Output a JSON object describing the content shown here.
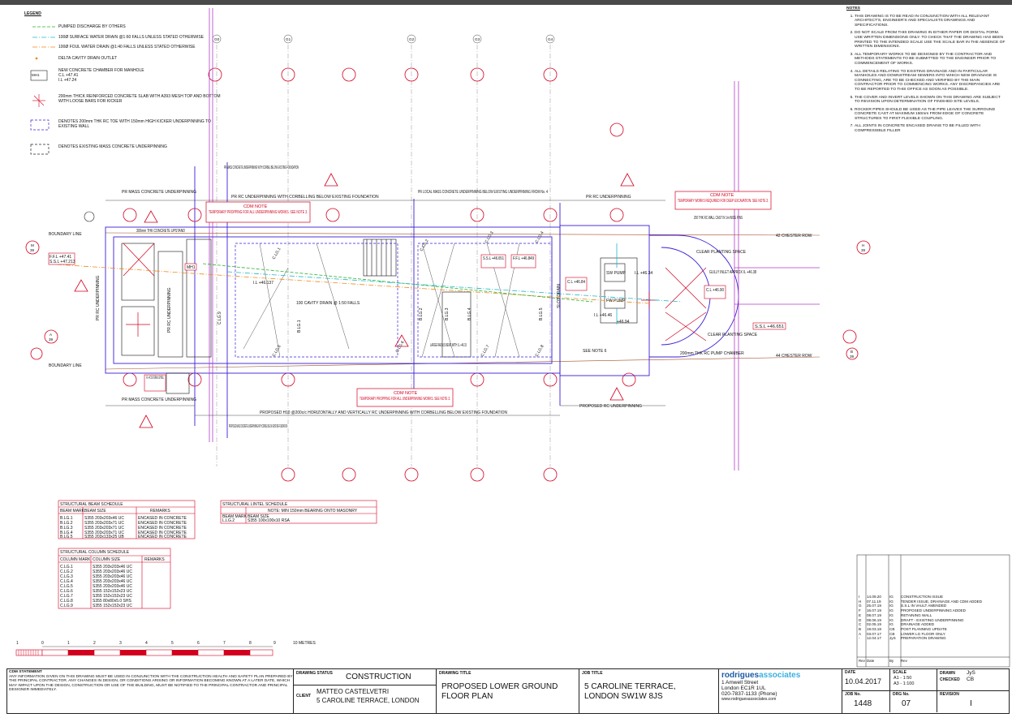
{
  "legend": {
    "title": "LEGEND",
    "items": [
      {
        "label": "PUMPED DISCHARGE BY OTHERS",
        "color": "#2bb52b"
      },
      {
        "label": "100Ø SURFACE WATER DRAIN @1:60 FALLS UNLESS STATED OTHERWISE",
        "color": "#20b7c9"
      },
      {
        "label": "100Ø FOUL WATER DRAIN @1:40 FALLS UNLESS STATED OTHERWISE",
        "color": "#f08a1c"
      },
      {
        "label": "DELTA CAVITY DRAIN OUTLET",
        "color": "#f08a1c"
      },
      {
        "label": "NEW CONCRETE CHAMBER FOR MANHOLE",
        "tag": "MH1",
        "cl": "C.L +47.41",
        "il": "I.L +47.24"
      },
      {
        "label": "200mm THICK REINFORCED CONCRETE SLAB WITH A393 MESH TOP AND BOTTOM WITH LOOSE BARS FOR KICKER"
      },
      {
        "label": "DENOTES 200mm THK RC TOE WITH 150mm HIGH KICKER UNDERPINNING TO EXISTING WALL"
      },
      {
        "label": "DENOTES EXISTING MASS CONCRETE UNDERPINNING"
      }
    ]
  },
  "notes": {
    "title": "NOTES",
    "items": [
      "THIS DRAWING IS TO BE READ IN CONJUNCTION WITH ALL RELEVANT ARCHITECT'S, ENGINEER'S AND SPECIALISTS DRAWINGS AND SPECIFICATIONS.",
      "DO NOT SCALE FROM THIS DRAWING IN EITHER PAPER OR DIGITAL FORM. USE WRITTEN DIMENSIONS ONLY. TO CHECK THAT THE DRAWING HAS BEEN PRINTED TO THE INTENDED SCALE USE THE SCALE BAR IN THE ABSENCE OF WRITTEN DIMENSIONS.",
      "ALL TEMPORARY WORKS TO BE DESIGNED BY THE CONTRACTOR AND METHODS STATEMENTS TO BE SUBMITTED TO THE ENGINEER PRIOR TO COMMENCEMENT OF WORKS.",
      "ALL DETAILS RELATING TO EXISTING DRAINAGE AND IN PARTICULAR MANHOLES AND DOWNSTREAM SEWERS INTO WHICH NEW DRAINAGE IS CONNECTING, ARE TO BE CHECKED AND VERIFIED BY THE MAIN CONTRACTOR PRIOR TO COMMENCING WORKS. ANY DISCREPANCIES ARE TO BE REPORTED TO THIS OFFICE AS SOON AS POSSIBLE.",
      "THE COVER AND INVERT LEVELS SHOWN ON THIS DRAWING ARE SUBJECT TO REVISION UPON DETERMINATION OF FINISHED SITE LEVELS.",
      "ROCKER PIPES SHOULD BE USED AS THE PIPE LEAVES THE SURROUND CONCRETE CAST AT MAXIMUM 150mm FROM EDGE OF CONCRETE STRUCTURES TO FIRST FLEXIBLE COUPLING.",
      "ALL JOINTS IN CONCRETE ENCASED DRAINS TO BE FILLED WITH COMPRESSIBLE FILLER"
    ]
  },
  "grid": {
    "top": [
      "G0",
      "G1",
      "G2",
      "G3",
      "G4"
    ],
    "sides": [
      "M",
      "A",
      "H",
      "B"
    ],
    "side_nums": [
      "39",
      "39",
      "39",
      "39"
    ]
  },
  "plan_labels": {
    "pr_mass_top_left": "PR MASS CONCRETE UNDERPINNING",
    "pr_mass_corbel_top": "PR MASS CONCRETE UNDERPINNING WITH CORBEL BELOW EXISTING FOUNDATION",
    "pr_rc_corbel_top": "PR RC UNDERPINNING WITH CORBELLING BELOW EXISTING FOUNDATION",
    "pr_local_mass": "PR LOCAL MASS CONCRETE UNDERPINNING BELOW EXISTING UNDERPINNING FROM No. 4",
    "pr_rc_top_right": "PR RC UNDERPINNING",
    "boundary_top": "BOUNDARY LINE",
    "boundary_bottom": "BOUNDARY LINE",
    "chester_42": "42 CHESTER ROW",
    "chester_44": "44 CHESTER ROW",
    "rc_wall": "200 THK RC WALL CAST IN 1m WIDE PINS",
    "clear_plant_top": "CLEAR PLANTING SPACE",
    "clear_plant_bottom": "CLEAR PLANTING SPACE",
    "gully": "GULLY INLET APPROX IL +46.38",
    "pump_chamber": "200mm THK RC PUMP CHAMBER",
    "ffl_left": "F.F.L +47.41",
    "ssl_left": "S.S.L +47.213",
    "ffl_ext": "F.F.L +47.31 EXTERNAL LIGHTWELL",
    "pr_rc_left": "PR RC UNDERPINNING",
    "pr_rc_side": "PR RC UNDERPINNING",
    "thk_concrete": "300mm THK CONCRETE UPSTAND",
    "mh1": "MH1",
    "il_137": "I.L +46.137",
    "cavity_drain": "100 CAVITY DRAIN @ 1:50 FALLS",
    "ssl1": "S.S.L +46.651",
    "ffl1": "F.F.L +46.849",
    "sw_pump": "SW PUMP",
    "fw_pump": "FW PUMP",
    "il_634": "I.L +46.34",
    "cl_84": "C.L +46.84",
    "il_46": "I.L +46.46",
    "cl_90": "C.L +46.90",
    "il_4694": "+46.94",
    "ssl_ext": "S.S.L +46.651",
    "large_radius": "LARGE RADIUS BEND WITH I.L +46.15",
    "see_note6": "SEE NOTE 6",
    "slot_drain": "SLOT DRAIN",
    "pr_mass_bottom": "PR MASS CONCRETE UNDERPINNING",
    "proposed_h10": "PROPOSED H10 @200c/c HORIZONTALLY AND VERTICALLY RC UNDERPINNING WITH CORBELLING BELOW EXISTING FOUNDATION",
    "proposed_rc_bottom": "PROPOSED RC UNDERPINNING",
    "proposed_mass_bottom": "PROPOSED MASS CONCRETE UNDERPINNING WITH CORBEL BELOW EXISTING FOUNDATION",
    "cdm_note_title": "CDM NOTE",
    "cdm_note_1": "TEMPORARY PROPPING FOR ALL UNDERPINNING WORKS. SEE NOTE 3.",
    "cdm_note_2": "TEMPORARY WORKS REQUIRED FOR DEEP EXCAVATION. SEE NOTE 3.",
    "cdm_note_3": "TEMPORARY PROPPING FOR ALL UNDERPINNING WORKS. SEE NOTE 3.",
    "beams": [
      "B.LG.1",
      "B.LG.2",
      "B.LG.3",
      "B.LG.4",
      "B.LG.5"
    ],
    "columns": [
      "C.LG.1",
      "C.LG.2",
      "C.LG.3",
      "C.LG.4",
      "C.LG.5",
      "C.LG.6",
      "C.LG.7",
      "C.LG.8",
      "C.LG.9"
    ]
  },
  "beam_schedule": {
    "title": "STRUCTURAL BEAM SCHEDULE",
    "headers": [
      "BEAM MARK",
      "BEAM SIZE",
      "REMARKS"
    ],
    "rows": [
      [
        "B.LG.1",
        "S355 203x203x46 UC",
        "ENCASED IN CONCRETE"
      ],
      [
        "B.LG.2",
        "S355 203x203x71 UC",
        "ENCASED IN CONCRETE"
      ],
      [
        "B.LG.3",
        "S355 203x203x71 UC",
        "ENCASED IN CONCRETE"
      ],
      [
        "B.LG.4",
        "S355 203x203x71 UC",
        "ENCASED IN CONCRETE"
      ],
      [
        "B.LG.5",
        "S355 203x133x25 UB",
        "ENCASED IN CONCRETE"
      ]
    ]
  },
  "lintel_schedule": {
    "title": "STRUCTURAL LINTEL SCHEDULE",
    "note": "NOTE: MIN 150mm BEARING ONTO MASONRY",
    "headers": [
      "BEAM MARK",
      "BEAM SIZE"
    ],
    "rows": [
      [
        "L.LG.2",
        "S355 100x100x10 RSA"
      ]
    ]
  },
  "column_schedule": {
    "title": "STRUCTURAL COLUMN SCHEDULE",
    "headers": [
      "COLUMN MARK",
      "COLUMN SIZE",
      "REMARKS"
    ],
    "rows": [
      [
        "C.LG.1",
        "S355 203x203x46 UC"
      ],
      [
        "C.LG.2",
        "S355 203x203x46 UC"
      ],
      [
        "C.LG.3",
        "S355 203x203x46 UC"
      ],
      [
        "C.LG.4",
        "S355 203x203x46 UC"
      ],
      [
        "C.LG.5",
        "S355 203x203x46 UC"
      ],
      [
        "C.LG.6",
        "S355 152x152x23 UC"
      ],
      [
        "C.LG.7",
        "S355 152x152x23 UC"
      ],
      [
        "C.LG.8",
        "S355 80x80x5.0 SHS"
      ],
      [
        "C.LG.9",
        "S355 152x152x23 UC"
      ]
    ]
  },
  "scale_bar": {
    "ticks": [
      "1",
      "0",
      "1",
      "2",
      "3",
      "4",
      "5",
      "6",
      "7",
      "8",
      "9",
      "10 METRES"
    ]
  },
  "revisions": {
    "rows": [
      [
        "I",
        "14.09.20",
        "IG",
        "CONSTRUCTION ISSUE"
      ],
      [
        "H",
        "07.11.19",
        "IG",
        "TENDER ISSUE, DRAINAGE AND CDM ADDED"
      ],
      [
        "G",
        "25.07.19",
        "IG",
        "S.S.L IN VAULT AMENDED"
      ],
      [
        "F",
        "16.07.19",
        "IG",
        "PROPOSED UNDERPINNING ADDED"
      ],
      [
        "E",
        "08.07.19",
        "IG",
        "RETAINING WALL"
      ],
      [
        "D",
        "08.06.19",
        "IG",
        "DRAFT - EXISTING UNDERPINNING"
      ],
      [
        "C",
        "02.05.19",
        "IG",
        "DRAINAGE ADDED"
      ],
      [
        "B",
        "19.03.18",
        "CB",
        "POST PLANNING UPDATE"
      ],
      [
        "A",
        "03.07.17",
        "CB",
        "LOWER LG FLOOR ONLY"
      ],
      [
        "-",
        "12.04.17",
        "JyS",
        "PREPARATION DRAWING"
      ]
    ],
    "headers": [
      "Rev",
      "Date",
      "By",
      "Rev"
    ]
  },
  "title_block": {
    "cdm_title": "CDM STATEMENT",
    "cdm_text": "ANY INFORMATION GIVEN ON THIS DRAWING MUST BE USED IN CONJUNCTION WITH THE CONSTRUCTION HEALTH AND SAFETY PLAN PREPARED BY THE PRINCIPAL CONTRACTOR. ANY CHANGES IN DESIGN, OR CONDITIONS ARISING OR INFORMATION BECOMING KNOWN AT A LATER DATE, WHICH MAY IMPACT UPON THE DESIGN, CONSTRUCTION OR USE OF THE BUILDING, MUST BE NOTIFIED TO THE PRINCIPAL CONTRACTOR AND PRINCIPAL DESIGNER IMMEDIATELY.",
    "status_caption": "DRAWING STATUS",
    "status": "CONSTRUCTION",
    "client_caption": "CLIENT",
    "client_name": "MATTEO CASTELVETRI",
    "client_address": "5 CAROLINE TERRACE, LONDON",
    "title_caption": "DRAWING TITLE",
    "title_line1": "PROPOSED LOWER GROUND",
    "title_line2": "FLOOR PLAN",
    "job_caption": "JOB TITLE",
    "job_line1": "5 CAROLINE TERRACE,",
    "job_line2": "LONDON SW1W 8JS",
    "company_a": "rodrigues",
    "company_b": "associates",
    "address1": "1 Amwell Street",
    "address2": "London EC1R 1UL",
    "phone": "020-7837-1133 (Phone)",
    "web": "www.rodriguesassociates.com",
    "date_caption": "DATE",
    "date": "10.04.2017",
    "scale_caption": "SCALE",
    "scale_a1": "A1 - 1:50",
    "scale_a3": "A3 - 1:100",
    "drawn_caption": "DRAWN",
    "drawn": "JyS",
    "checked_caption": "CHECKED",
    "checked": "CB",
    "jobno_caption": "JOB No.",
    "jobno": "1448",
    "drgno_caption": "DRG No.",
    "drgno": "07",
    "revision_caption": "REVISION",
    "revision": "I"
  }
}
